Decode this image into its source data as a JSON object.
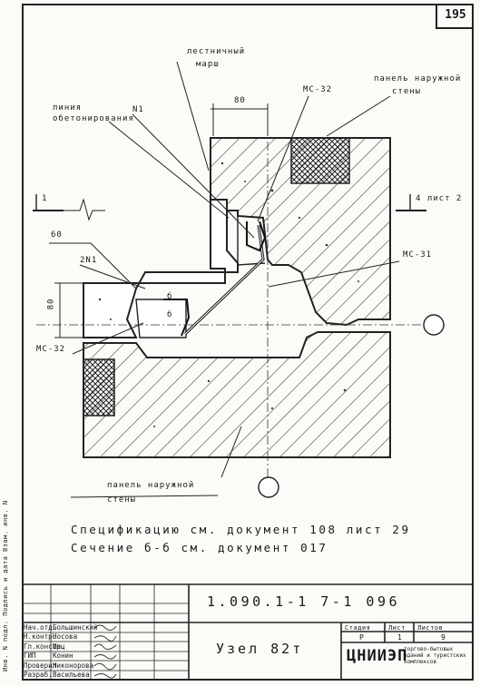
{
  "page_number": "195",
  "drawing": {
    "labels": {
      "stair_flight_l1": "лестничный",
      "stair_flight_l2": "марш",
      "outer_panel_top_l1": "панель наружной",
      "outer_panel_top_l2": "стены",
      "concreting_line_l1": "линия",
      "concreting_line_l2": "обетонирования",
      "n1": "N1",
      "dim_80_top": "80",
      "mc32_top": "МС-32",
      "section_left": "1",
      "sheet_ref": "4 лист 2",
      "dim_60": "60",
      "two_n1": "2N1",
      "mc31": "МС-31",
      "dim_80_left": "80",
      "b1": "б",
      "b2": "б",
      "mc32_bottom": "МС-32",
      "outer_panel_bottom_l1": "панель наружной",
      "outer_panel_bottom_l2": "стены"
    }
  },
  "notes": {
    "spec": "Спецификацию см. документ 108 лист 29",
    "section": "Сечение б-б см. документ 017"
  },
  "side_stamp": "Инв. N подл.  Подпись и дата  Взам. инв. N",
  "title_block": {
    "code": "1.090.1-1   7-1  096",
    "title": "Узел 82т",
    "org": "ЦНИИЭП",
    "org_sub": "торгово-бытовых зданий и туристских комплексов",
    "headers": {
      "stage": "Стадия",
      "sheet": "Лист",
      "sheets": "Листов"
    },
    "values": {
      "stage": "Р",
      "sheet": "1",
      "sheets": "9"
    },
    "people": [
      {
        "role": "Нач.отд.",
        "name": "Большинский"
      },
      {
        "role": "Н.контр.",
        "name": "Носова"
      },
      {
        "role": "Гл.констр.",
        "name": "Шац"
      },
      {
        "role": "ГИП",
        "name": "Конин"
      },
      {
        "role": "Проверил",
        "name": "Никонорова"
      },
      {
        "role": "Разраб.",
        "name": "Васильева"
      }
    ]
  }
}
